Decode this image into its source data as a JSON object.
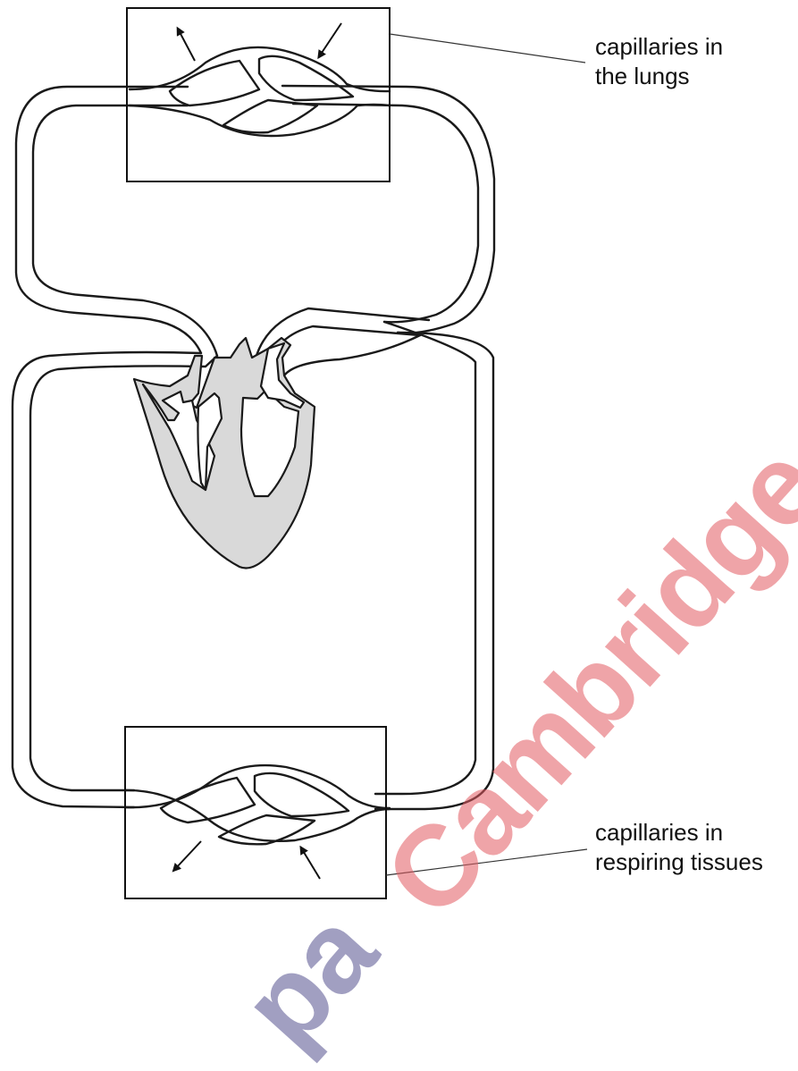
{
  "labels": {
    "lungs_line1": "capillaries in",
    "lungs_line2": "the lungs",
    "tissues_line1": "capillaries in",
    "tissues_line2": "respiring tissues"
  },
  "watermark": {
    "text_main": "Cambridge",
    "text_prefix": "pa",
    "color_main": "#e35b62",
    "color_prefix": "#55528f"
  },
  "colors": {
    "outline": "#1a1a1a",
    "heart_fill": "#d9d9d9"
  },
  "icons": [
    "arrow-out-icon",
    "arrow-in-icon"
  ]
}
